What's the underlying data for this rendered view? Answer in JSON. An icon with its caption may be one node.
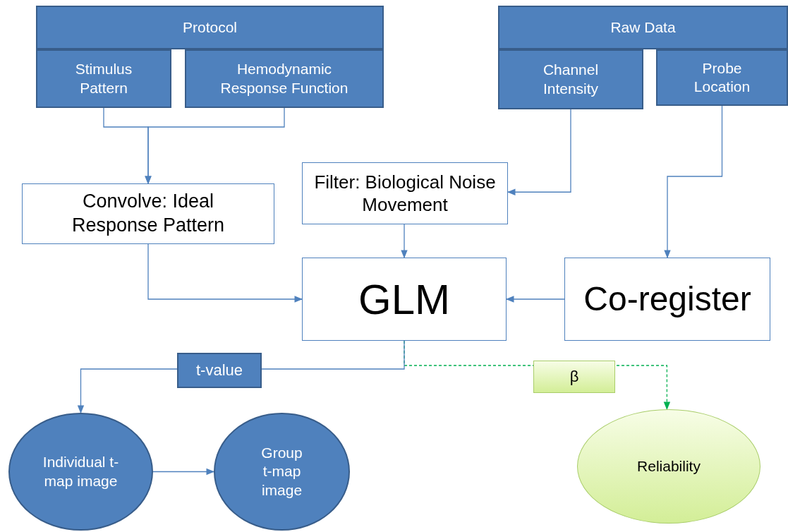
{
  "diagram": {
    "nodes": [
      {
        "text": [
          "Protocol"
        ]
      },
      {
        "text": [
          "Stimulus Pattern"
        ]
      },
      {
        "text": [
          "Hemodynamic Response Function"
        ]
      },
      {
        "text": [
          "Raw Data"
        ]
      },
      {
        "text": [
          "Channel Intensity"
        ]
      },
      {
        "text": [
          "Probe Location"
        ]
      },
      {
        "text": [
          "Convolve: Ideal Response Pattern"
        ]
      },
      {
        "text": [
          "Filter: Biological Noise Movement"
        ]
      },
      {
        "text": [
          "GLM"
        ]
      },
      {
        "text": [
          "Co-register"
        ]
      },
      {
        "text": [
          "Individual t-map image"
        ]
      },
      {
        "text": [
          "Group t-map image"
        ]
      },
      {
        "text": [
          "Reliability"
        ]
      }
    ],
    "edges": [
      {
        "from": 1,
        "to": 6,
        "arrow": "to"
      },
      {
        "from": 2,
        "to": 6,
        "arrow": "to"
      },
      {
        "from": 4,
        "to": 7,
        "arrow": "to"
      },
      {
        "from": 5,
        "to": 9,
        "arrow": "to"
      },
      {
        "from": 6,
        "to": 8,
        "arrow": "to"
      },
      {
        "from": 7,
        "to": 8,
        "arrow": "to"
      },
      {
        "from": 9,
        "to": 8,
        "arrow": "to"
      },
      {
        "from": 8,
        "to": 10,
        "arrow": "to",
        "label": "t-value"
      },
      {
        "from": 8,
        "to": 12,
        "arrow": "to",
        "label": "β",
        "style": "dashed",
        "color": "#00b050"
      },
      {
        "from": 10,
        "to": 11,
        "arrow": "to"
      }
    ]
  }
}
